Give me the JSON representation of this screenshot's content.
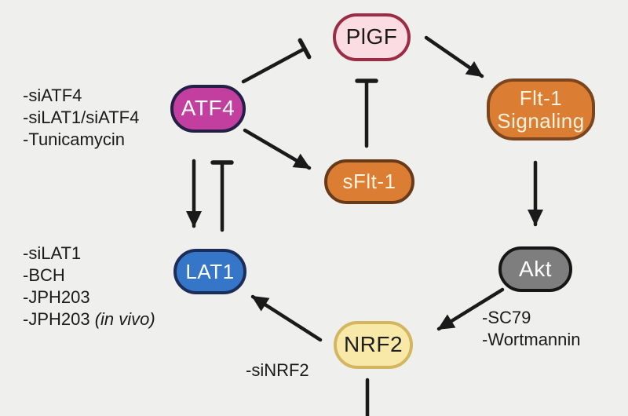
{
  "background_color": "#eff0ee",
  "arrow_color": "#1a1a1a",
  "nodes": {
    "plgf": {
      "label": "PlGF",
      "fill": "#fbdce2",
      "border": "#9c2b44",
      "text_color": "#1a1a1a"
    },
    "atf4": {
      "label": "ATF4",
      "fill": "#c33f9f",
      "border": "#231f45",
      "text_color": "#ffffff"
    },
    "flt1": {
      "line1": "Flt-1",
      "line2": "Signaling",
      "fill": "#db7d33",
      "border": "#7b451d",
      "text_color": "#fdf2dc"
    },
    "sflt1": {
      "label": "sFlt-1",
      "fill": "#db7d33",
      "border": "#693a18",
      "text_color": "#fdf2dc"
    },
    "lat1": {
      "label": "LAT1",
      "fill": "#3576c9",
      "border": "#1d2d5a",
      "text_color": "#ffffff"
    },
    "akt": {
      "label": "Akt",
      "fill": "#7e7e7e",
      "border": "#161616",
      "text_color": "#ffffff"
    },
    "nrf2": {
      "label": "NRF2",
      "fill": "#f8e9a8",
      "border": "#d3b65f",
      "text_color": "#1f1f1f"
    }
  },
  "labels": {
    "atf4_inhibitors": [
      "-siATF4",
      "-siLAT1/siATF4",
      "-Tunicamycin"
    ],
    "lat1_inhibitors": [
      "-siLAT1",
      "-BCH",
      "-JPH203"
    ],
    "lat1_invivo": {
      "prefix": "-JPH203 ",
      "italic": "(in vivo)"
    },
    "akt_modulators": [
      "-SC79",
      "-Wortmannin"
    ],
    "nrf2_inhibitor": "-siNRF2"
  },
  "edges": [
    {
      "from": "ATF4",
      "to": "PlGF",
      "type": "inhibition"
    },
    {
      "from": "sFlt-1",
      "to": "PlGF",
      "type": "inhibition"
    },
    {
      "from": "PlGF",
      "to": "Flt-1 Signaling",
      "type": "activation"
    },
    {
      "from": "ATF4",
      "to": "sFlt-1",
      "type": "activation"
    },
    {
      "from": "ATF4",
      "to": "LAT1",
      "type": "activation"
    },
    {
      "from": "LAT1",
      "to": "ATF4",
      "type": "inhibition"
    },
    {
      "from": "Flt-1 Signaling",
      "to": "Akt",
      "type": "activation"
    },
    {
      "from": "Akt",
      "to": "NRF2",
      "type": "activation"
    },
    {
      "from": "NRF2",
      "to": "LAT1",
      "type": "activation"
    },
    {
      "from": "NRF2",
      "to": "(below, cut off)",
      "type": "line"
    }
  ]
}
